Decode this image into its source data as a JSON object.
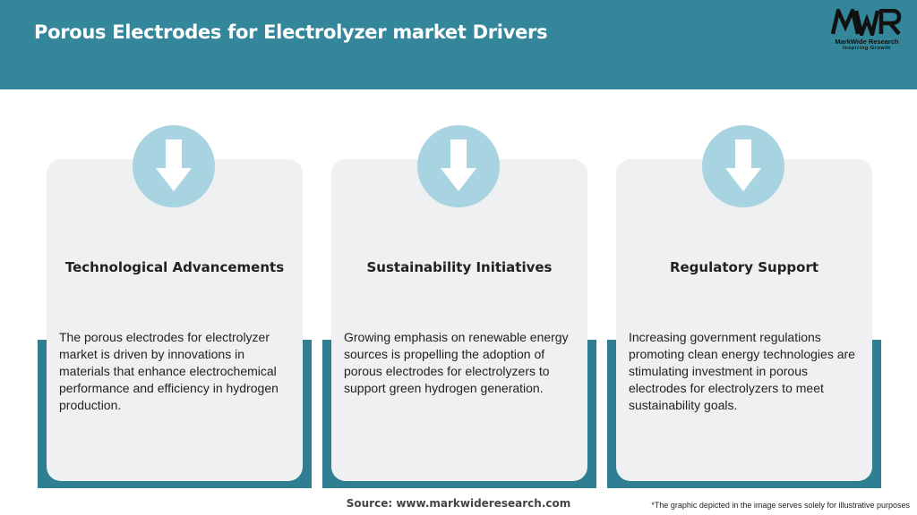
{
  "header": {
    "title": "Porous Electrodes for Electrolyzer market Drivers",
    "bg_color": "#34869a"
  },
  "logo": {
    "mark": "MWR",
    "name": "MarkWide Research",
    "tagline": "Inspiring Growth"
  },
  "cards": [
    {
      "icon": "arrow-down-icon",
      "heading": "Technological Advancements",
      "text": "The porous electrodes for electrolyzer market is driven by innovations in materials that enhance electrochemical performance and efficiency in hydrogen production."
    },
    {
      "icon": "arrow-down-icon",
      "heading": "Sustainability Initiatives",
      "text": "Growing emphasis on renewable energy sources is propelling the adoption of porous electrodes for electrolyzers to support green hydrogen generation."
    },
    {
      "icon": "arrow-down-icon",
      "heading": "Regulatory Support",
      "text": "Increasing government regulations promoting clean energy technologies are stimulating investment in porous electrodes for electrolyzers to meet sustainability goals."
    }
  ],
  "footer": {
    "source": "Source: www.markwideresearch.com",
    "disclaimer": "*The graphic depicted in the image serves solely for illustrative purposes"
  },
  "colors": {
    "accent_dark": "#2f7e92",
    "circle": "#a8d4e2",
    "card": "#eef0f2"
  }
}
